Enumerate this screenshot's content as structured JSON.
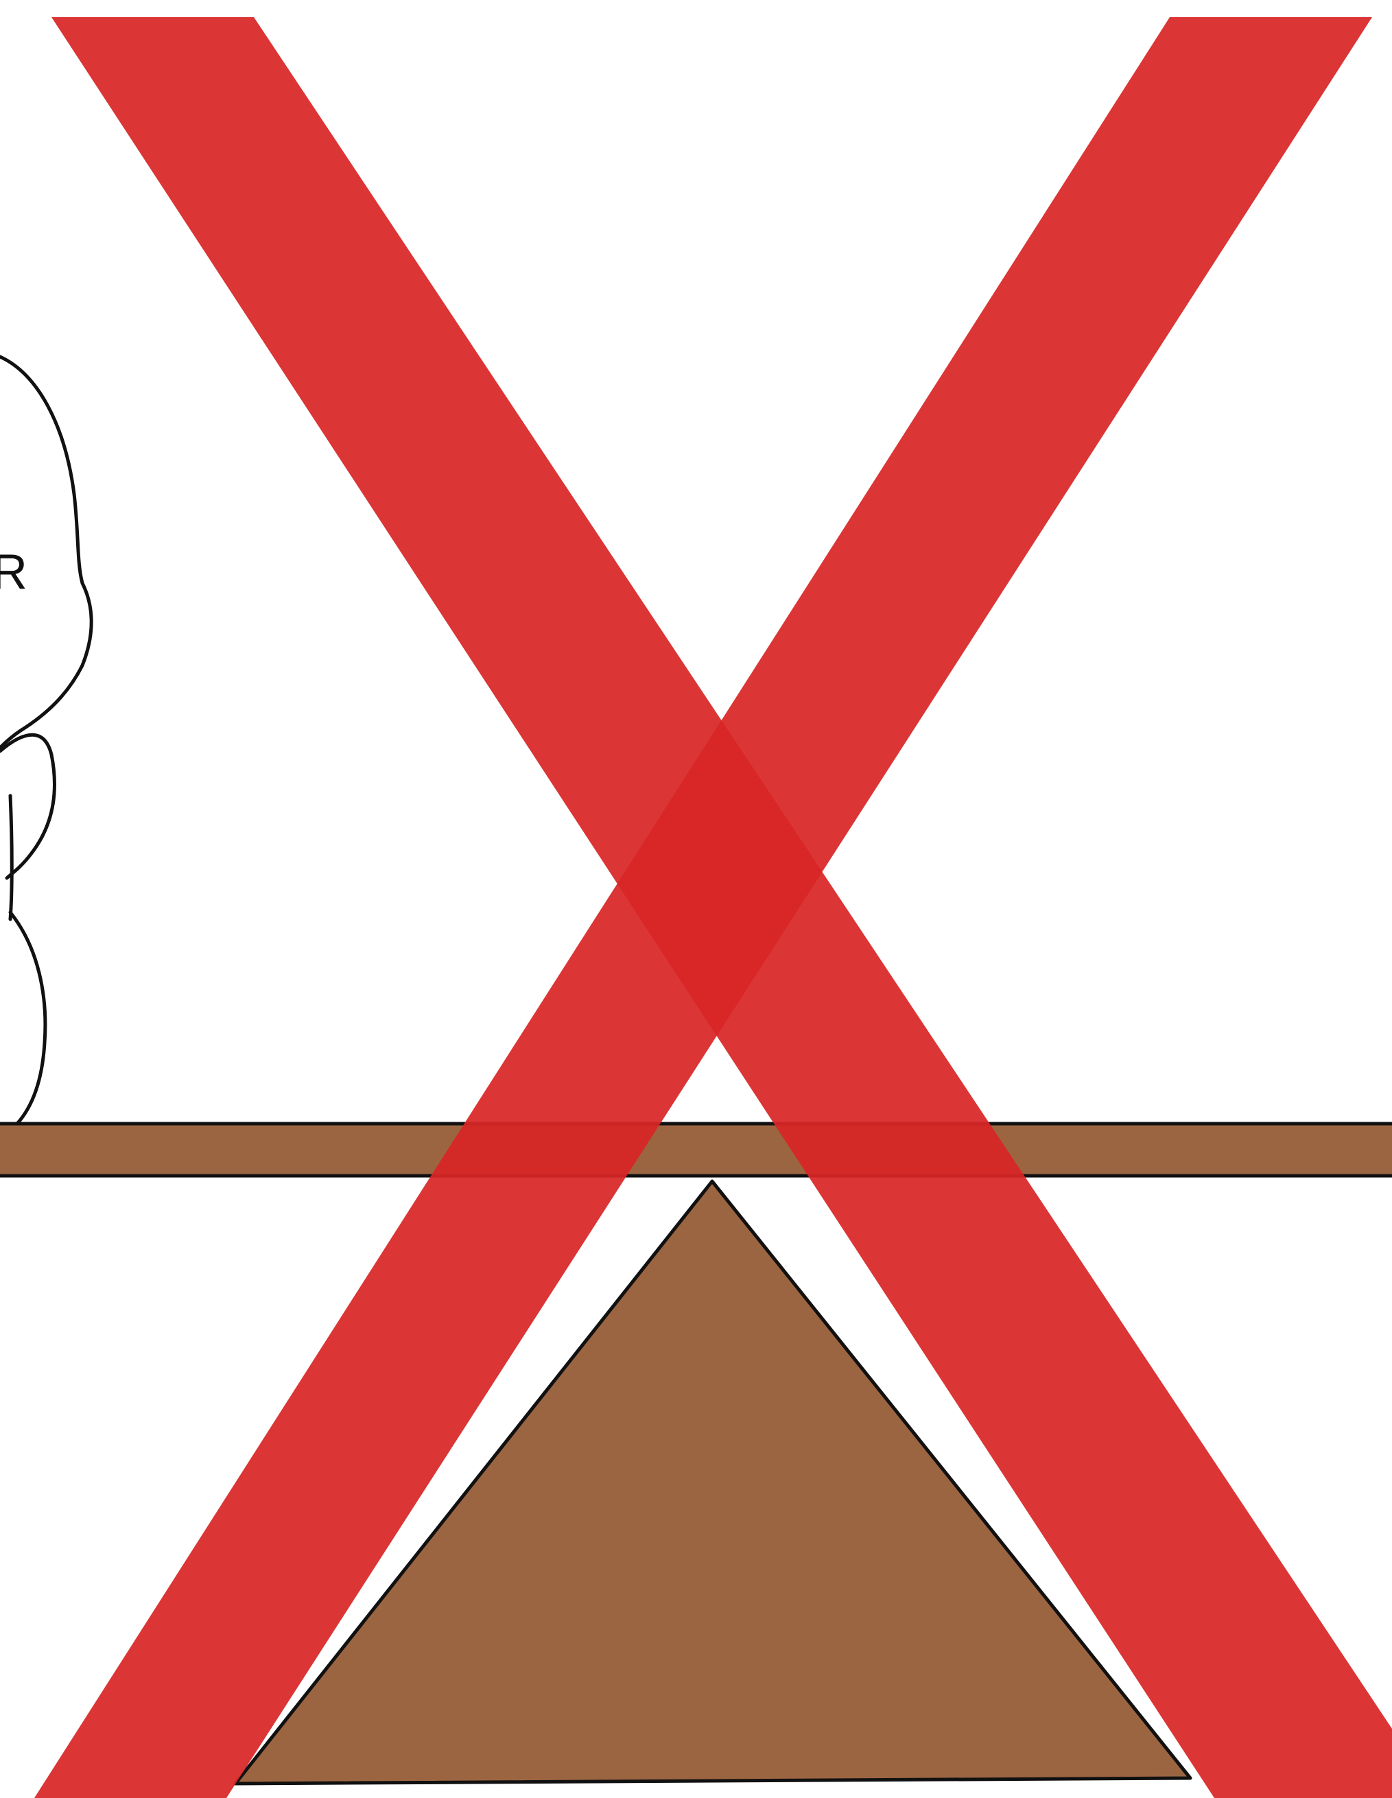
{
  "scene": {
    "figure_label": "R",
    "colors": {
      "background": "#ffffff",
      "wood": "#9c6542",
      "outline": "#111111",
      "cross": "#d82626"
    },
    "icons": {
      "overlay": "red-x-cross-icon",
      "figure": "cartoon-figure-outline",
      "seesaw": "seesaw-plank-and-fulcrum"
    }
  }
}
